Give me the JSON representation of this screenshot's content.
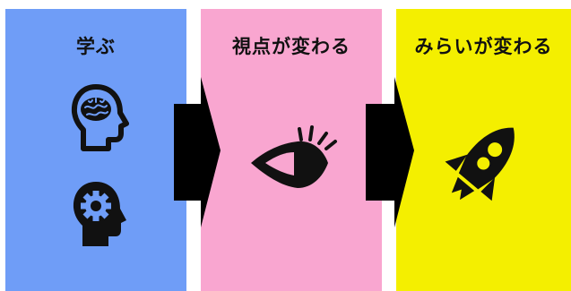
{
  "colors": {
    "learn_bg": "#6f9df7",
    "view_bg": "#f9a6d0",
    "future_bg": "#f4ef00",
    "arrow": "#000000",
    "icon": "#111111"
  },
  "panels": [
    {
      "title": "学ぶ",
      "icons": [
        "brain-head-icon",
        "gear-head-icon"
      ]
    },
    {
      "title": "視点が変わる",
      "icons": [
        "eye-icon"
      ]
    },
    {
      "title": "みらいが変わる",
      "icons": [
        "rocket-icon"
      ]
    }
  ]
}
